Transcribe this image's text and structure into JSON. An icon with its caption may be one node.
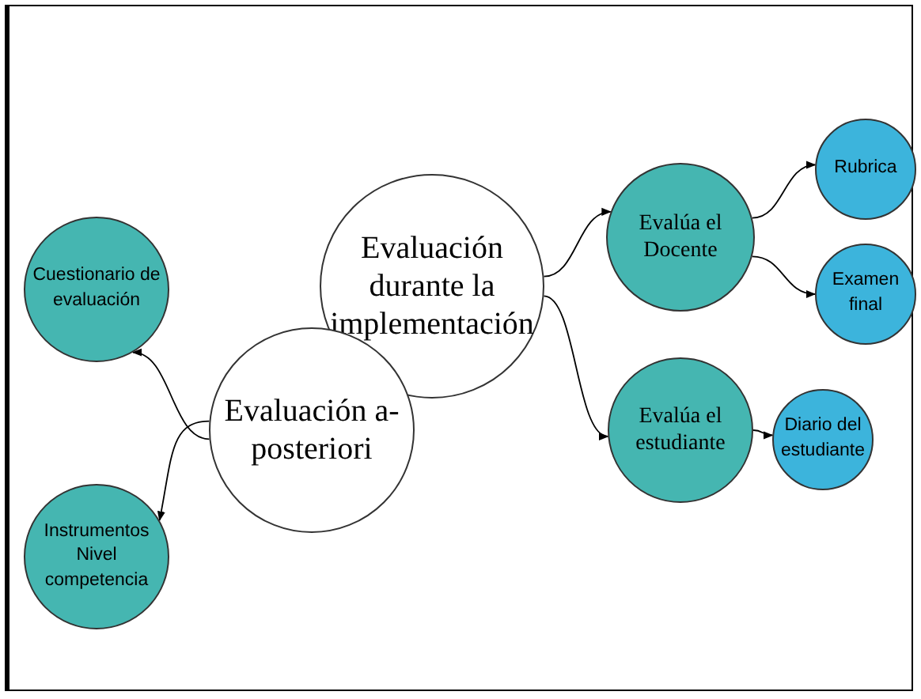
{
  "diagram": {
    "nodes": [
      {
        "text": [
          "Cuestionario de evaluación"
        ]
      },
      {
        "text": [
          "Evaluación durante la implementación"
        ]
      },
      {
        "text": [
          "Evaluación a-posteriori"
        ]
      },
      {
        "text": [
          "Evalúa el Docente"
        ]
      },
      {
        "text": [
          "Rubrica"
        ]
      },
      {
        "text": [
          "Examen final"
        ]
      },
      {
        "text": [
          "Evalúa el estudiante"
        ]
      },
      {
        "text": [
          "Diario del estudiante"
        ]
      },
      {
        "text": [
          "Instrumentos Nivel competencia"
        ]
      }
    ],
    "edges": [
      {
        "from": 2,
        "to": 0,
        "arrow": "to"
      },
      {
        "from": 2,
        "to": 8,
        "arrow": "to"
      },
      {
        "from": 1,
        "to": 3,
        "arrow": "to"
      },
      {
        "from": 1,
        "to": 6,
        "arrow": "to"
      },
      {
        "from": 3,
        "to": 4,
        "arrow": "to"
      },
      {
        "from": 3,
        "to": 5,
        "arrow": "to"
      },
      {
        "from": 6,
        "to": 7,
        "arrow": "to"
      }
    ]
  }
}
